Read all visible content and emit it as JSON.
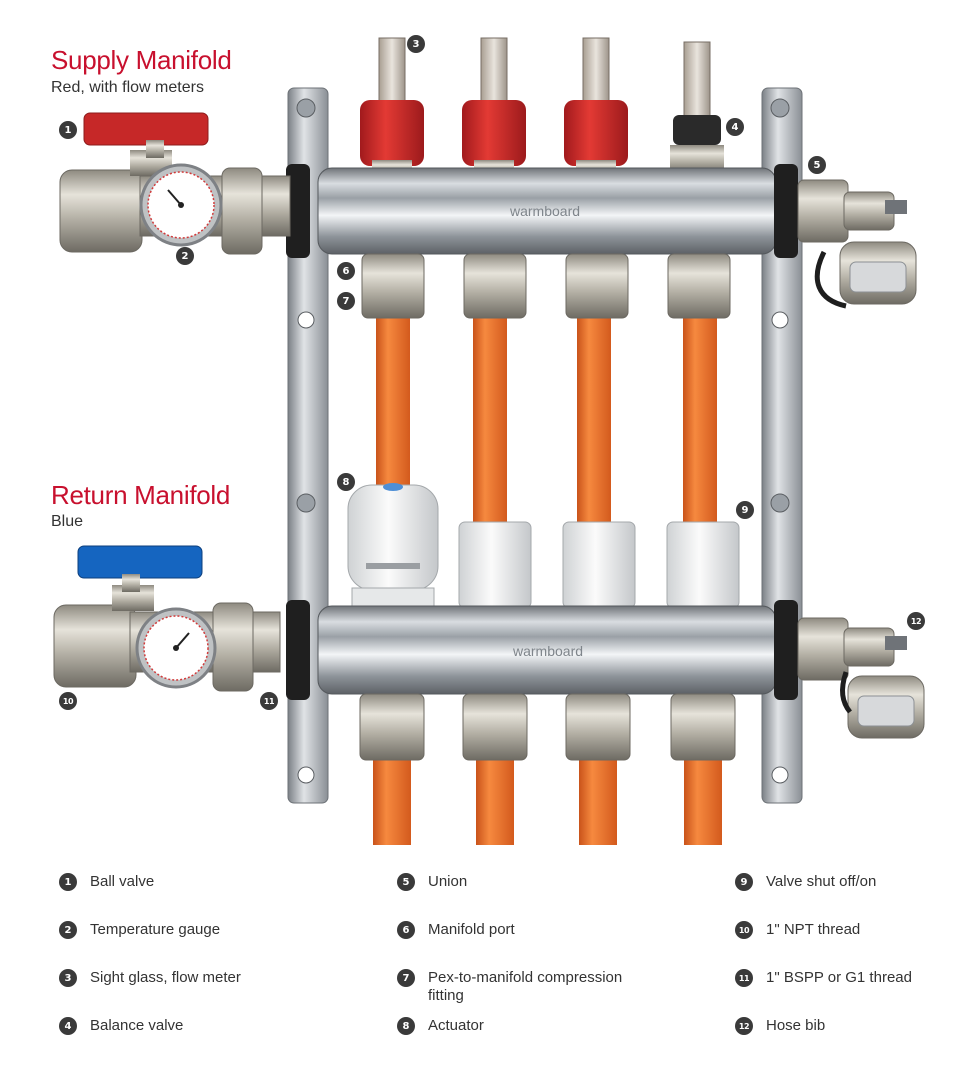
{
  "supply": {
    "title": "Supply Manifold",
    "subtitle": "Red, with flow meters"
  },
  "return": {
    "title": "Return Manifold",
    "subtitle": "Blue"
  },
  "brand_text": "warmboard",
  "colors": {
    "accent": "#c8102e",
    "badge": "#3a3a3a",
    "pex": "#e8651e",
    "supply_handle": "#c62828",
    "return_handle": "#1565c0"
  },
  "callouts": [
    "1",
    "2",
    "3",
    "4",
    "5",
    "6",
    "7",
    "8",
    "9",
    "10",
    "11",
    "12"
  ],
  "legend": [
    {
      "num": "1",
      "label": "Ball valve"
    },
    {
      "num": "2",
      "label": "Temperature gauge"
    },
    {
      "num": "3",
      "label": "Sight glass, flow meter"
    },
    {
      "num": "4",
      "label": "Balance valve"
    },
    {
      "num": "5",
      "label": "Union"
    },
    {
      "num": "6",
      "label": "Manifold port"
    },
    {
      "num": "7",
      "label": "Pex-to-manifold compression fitting"
    },
    {
      "num": "8",
      "label": "Actuator"
    },
    {
      "num": "9",
      "label": "Valve shut off/on"
    },
    {
      "num": "10",
      "label": "1\" NPT thread"
    },
    {
      "num": "11",
      "label": "1\" BSPP or G1 thread"
    },
    {
      "num": "12",
      "label": "Hose bib"
    }
  ]
}
